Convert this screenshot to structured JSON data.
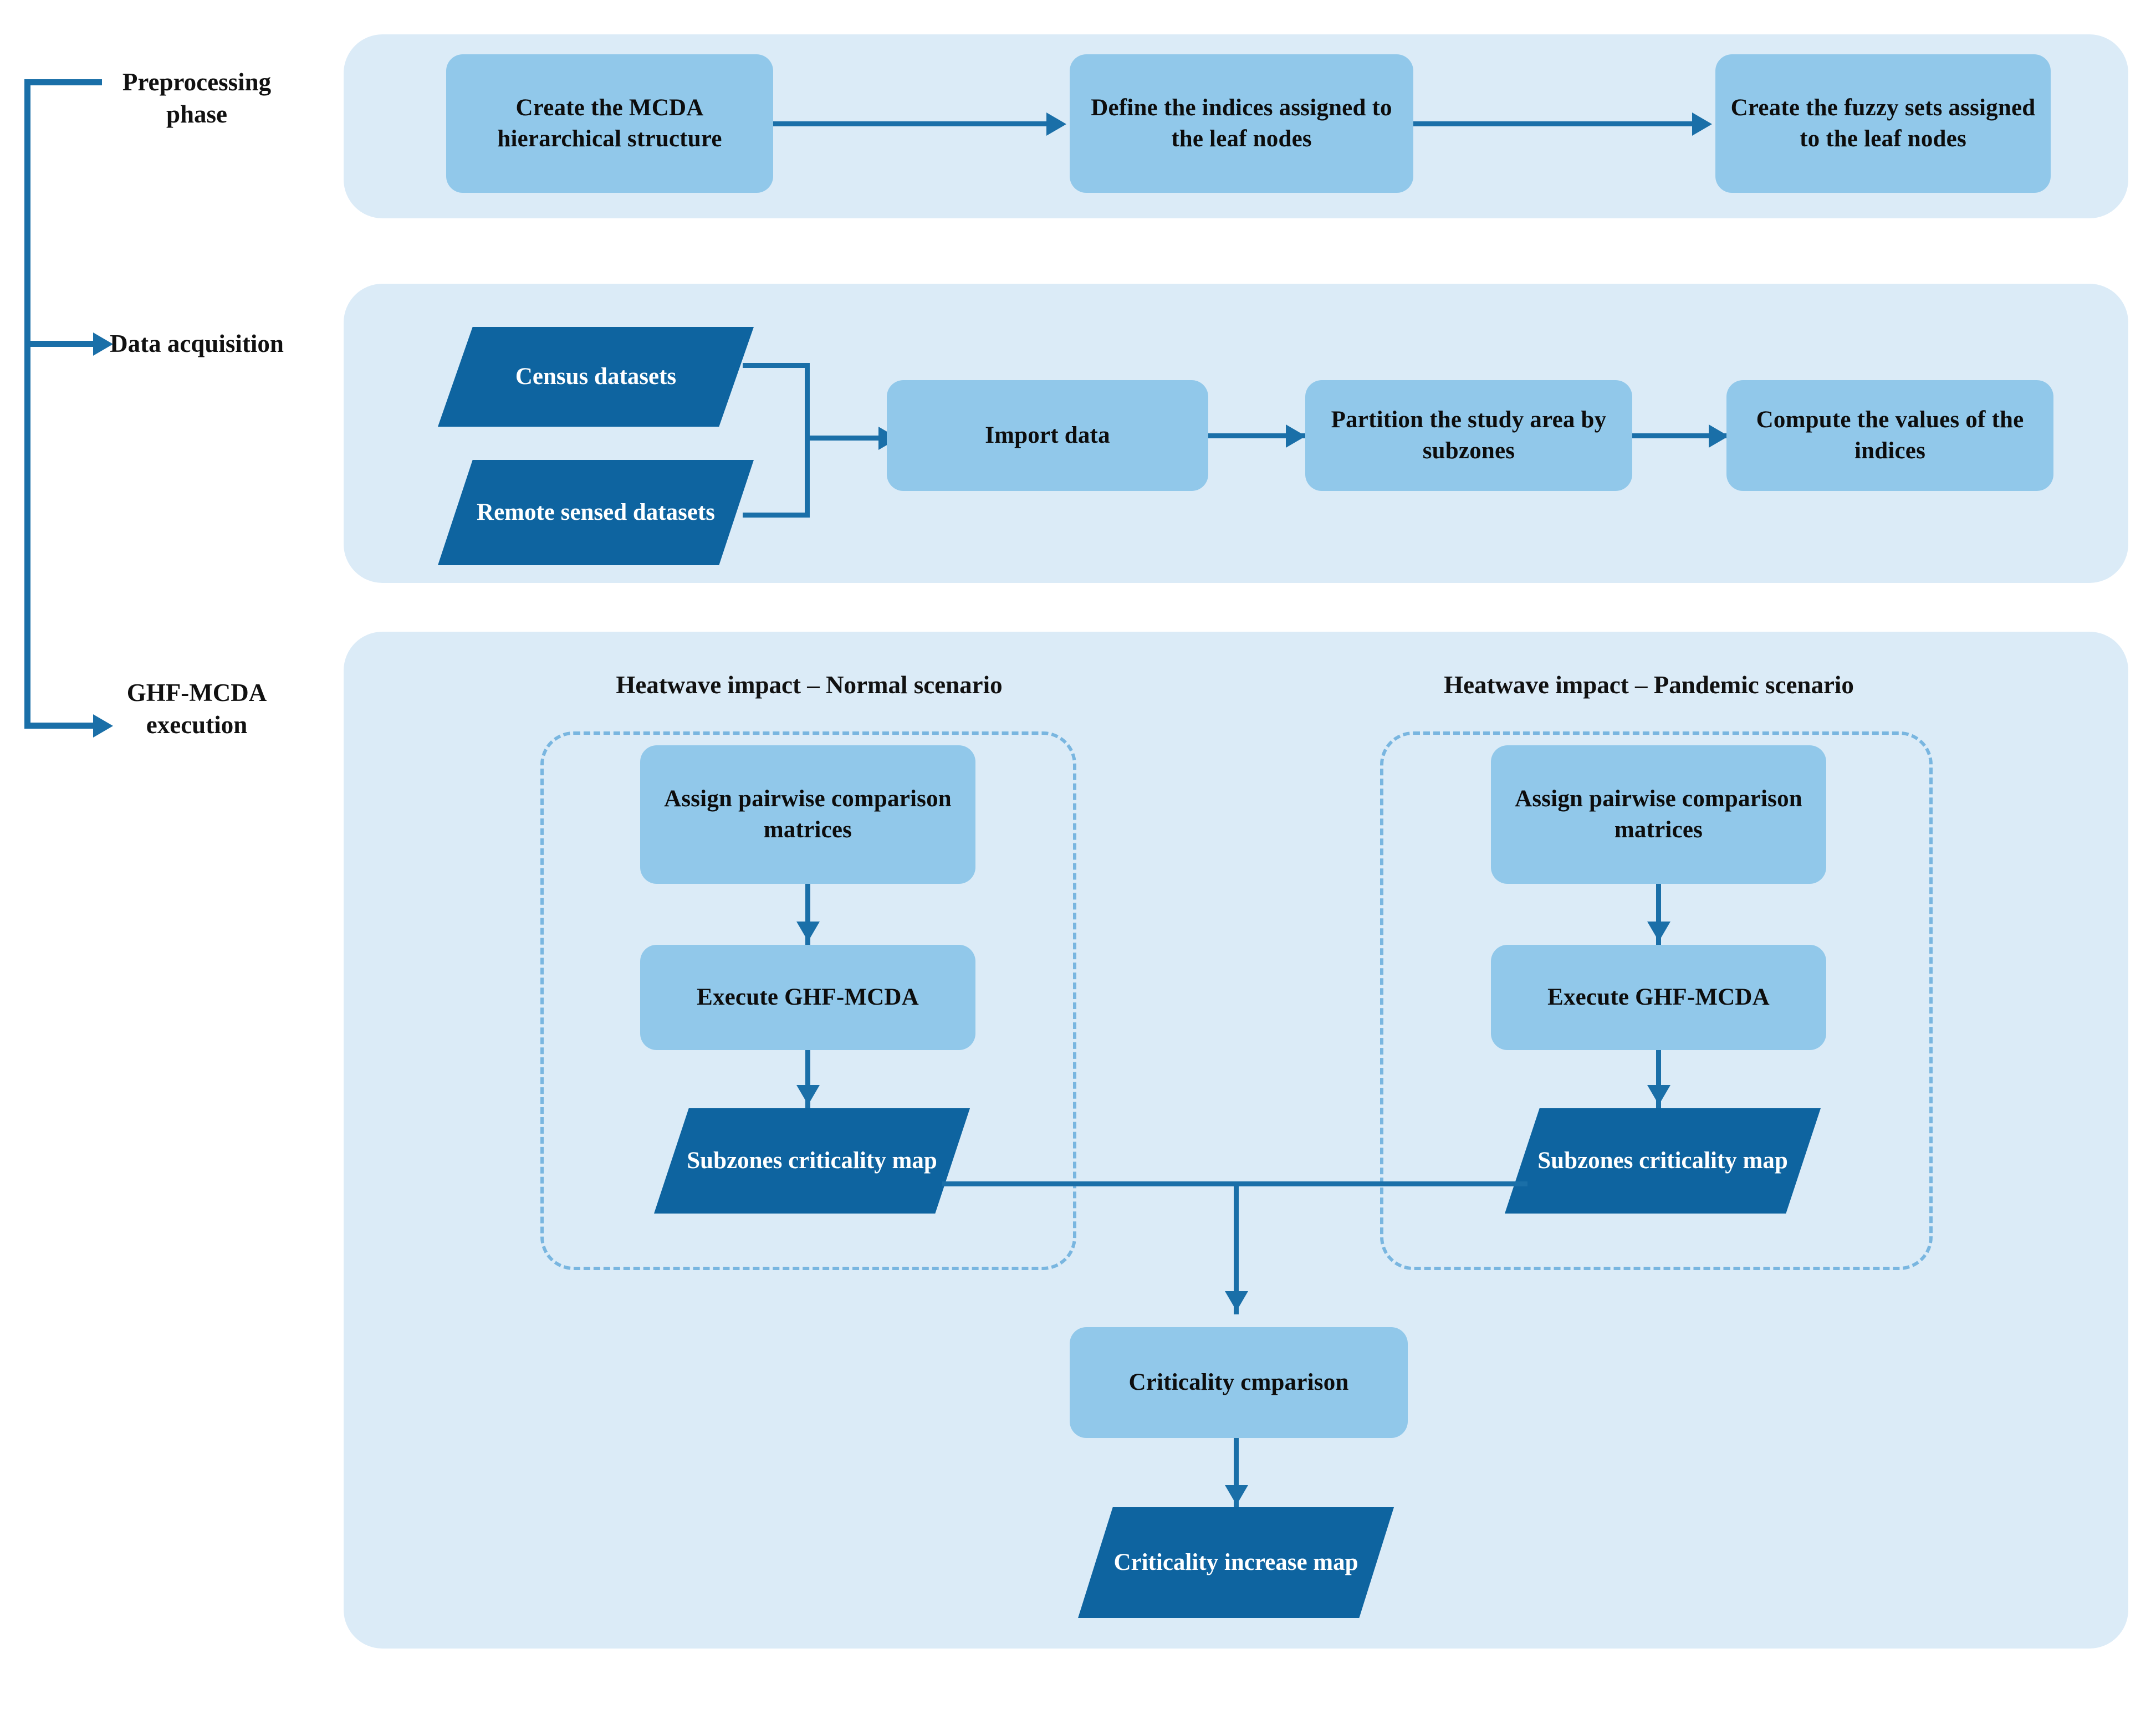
{
  "diagram": {
    "title": "GHF-MCDA heatwave criticality workflow",
    "colors": {
      "panel_background": "#dbebf7",
      "process_box": "#91c8ea",
      "data_shape": "#0e64a0",
      "connector": "#1a6fa8",
      "dashed_border": "#79b6e0",
      "text_dark": "#0d0d0d",
      "text_light": "#ffffff"
    },
    "phases": [
      {
        "id": "preprocessing",
        "label": "Preprocessing\nphase",
        "label_line1": "Preprocessing",
        "label_line2": "phase"
      },
      {
        "id": "data-acquisition",
        "label": "Data acquisition",
        "label_line1": "Data acquisition",
        "label_line2": ""
      },
      {
        "id": "ghf-mcda-execution",
        "label": "GHF-MCDA\nexecution",
        "label_line1": "GHF-MCDA",
        "label_line2": "execution"
      }
    ],
    "preprocessing": {
      "steps": [
        {
          "id": "create-mcda-structure",
          "label": "Create the MCDA hierarchical structure"
        },
        {
          "id": "define-indices",
          "label": "Define  the  indices assigned to the leaf nodes"
        },
        {
          "id": "create-fuzzy-sets",
          "label": "Create the fuzzy sets assigned to the leaf nodes"
        }
      ]
    },
    "data_acquisition": {
      "inputs": [
        {
          "id": "census-datasets",
          "label": "Census datasets"
        },
        {
          "id": "remote-sensed-datasets",
          "label": "Remote sensed datasets"
        }
      ],
      "steps": [
        {
          "id": "import-data",
          "label": "Import data"
        },
        {
          "id": "partition-study-area",
          "label": "Partition the study area by subzones"
        },
        {
          "id": "compute-indices",
          "label": "Compute the values of the indices"
        }
      ]
    },
    "execution": {
      "scenarios": [
        {
          "id": "normal",
          "caption": "Heatwave impact – Normal scenario",
          "steps": [
            {
              "id": "assign-pairwise-normal",
              "label": "Assign pairwise comparison matrices"
            },
            {
              "id": "execute-ghf-mcda-normal",
              "label": "Execute GHF-MCDA"
            }
          ],
          "output": {
            "id": "subzones-criticality-map-normal",
            "label": "Subzones criticality map"
          }
        },
        {
          "id": "pandemic",
          "caption": "Heatwave impact – Pandemic scenario",
          "steps": [
            {
              "id": "assign-pairwise-pandemic",
              "label": "Assign pairwise comparison matrices"
            },
            {
              "id": "execute-ghf-mcda-pandemic",
              "label": "Execute GHF-MCDA"
            }
          ],
          "output": {
            "id": "subzones-criticality-map-pandemic",
            "label": "Subzones criticality map"
          }
        }
      ],
      "comparison": {
        "id": "criticality-comparison",
        "label": "Criticality cmparison"
      },
      "final_output": {
        "id": "criticality-increase-map",
        "label": "Criticality increase map"
      }
    }
  }
}
